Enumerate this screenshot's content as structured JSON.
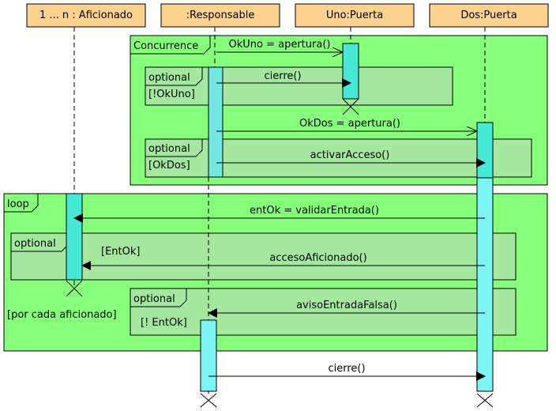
{
  "participants": [
    {
      "label": "1 ... n : Aficionado"
    },
    {
      "label": ":Responsable"
    },
    {
      "label": "Uno:Puerta"
    },
    {
      "label": "Dos:Puerta"
    }
  ],
  "frames": {
    "concurrence": {
      "label": "Concurrence"
    },
    "opt1": {
      "label": "optional",
      "guard": "[!OkUno]"
    },
    "opt2": {
      "label": "optional",
      "guard": "[OkDos]"
    },
    "loop": {
      "label": "loop",
      "guard": "[por cada aficionado]"
    },
    "opt3": {
      "label": "optional",
      "guard": "[EntOk]"
    },
    "opt4": {
      "label": "optional",
      "guard": "[! EntOk]"
    }
  },
  "messages": [
    {
      "label": "OkUno = apertura()",
      "style": "open"
    },
    {
      "label": "cierre()",
      "style": "filled"
    },
    {
      "label": "OkDos = apertura()",
      "style": "open"
    },
    {
      "label": "activarAcceso()",
      "style": "filled"
    },
    {
      "label": "entOk = validarEntrada()",
      "style": "filled"
    },
    {
      "label": "accesoAficionado()",
      "style": "filled"
    },
    {
      "label": "avisoEntradaFalsa()",
      "style": "filled"
    },
    {
      "label": "cierre()",
      "style": "filled"
    }
  ],
  "colors": {
    "frame_fill": "#86ff7a",
    "fragment_fill": "#a4e8a0",
    "header_fill": "#fcd28e",
    "activation_fill": "#47e9d6"
  }
}
